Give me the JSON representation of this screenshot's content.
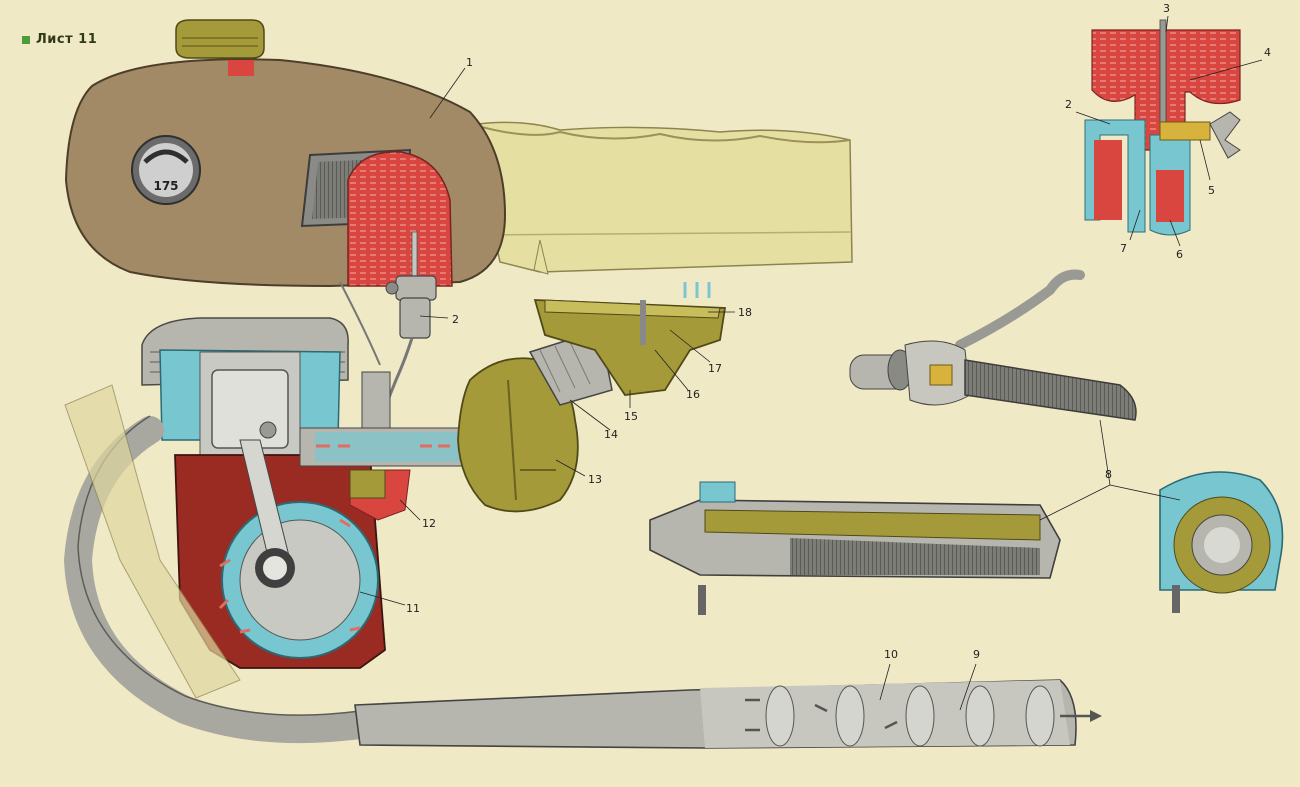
{
  "sheet_label": "Лист 11",
  "badge_number": "175",
  "callouts": [
    "1",
    "2",
    "2",
    "3",
    "4",
    "5",
    "6",
    "7",
    "8",
    "9",
    "10",
    "11",
    "12",
    "13",
    "14",
    "15",
    "16",
    "17",
    "18"
  ],
  "colors": {
    "background": "#f0e9c6",
    "fuel": "#d9453f",
    "tank": "#a38a66",
    "seat": "#e6dfa2",
    "metal": "#b7b6ae",
    "cutaway_blue": "#78c7d0",
    "crankcase_red": "#9a2b22",
    "olive": "#a59a3a",
    "accent_green": "#4f9a3a"
  }
}
